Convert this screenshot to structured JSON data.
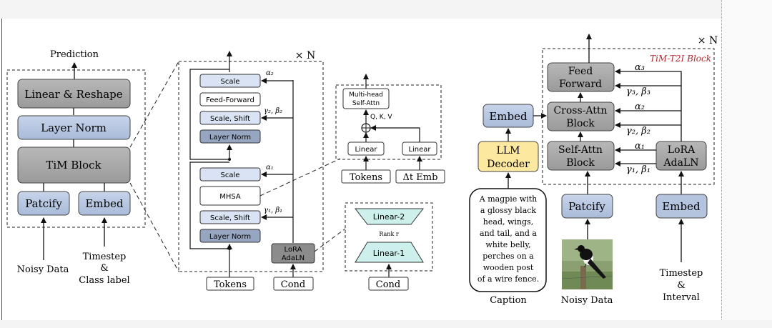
{
  "left_panel": {
    "prediction": "Prediction",
    "linear_reshape": "Linear & Reshape",
    "layer_norm": "Layer Norm",
    "tim_block": "TiM Block",
    "patcify": "Patcify",
    "embed": "Embed",
    "noisy_data": "Noisy Data",
    "timestep_lines": [
      "Timestep",
      "&",
      "Class label"
    ]
  },
  "middle_panel": {
    "times_n": "× N",
    "scale_top": "Scale",
    "feed_forward": "Feed-Forward",
    "scale_shift_top": "Scale, Shift",
    "layer_norm_top": "Layer Norm",
    "scale_bottom": "Scale",
    "mhsa": "MHSA",
    "scale_shift_bottom": "Scale, Shift",
    "layer_norm_bottom": "Layer Norm",
    "alpha2": "α₂",
    "gamma2_beta2": "γ₂, β₂",
    "alpha1": "α₁",
    "gamma1_beta1": "γ₁, β₁",
    "lora_lines": [
      "LoRA",
      "AdaLN"
    ],
    "tokens": "Tokens",
    "cond": "Cond"
  },
  "attn_detail": {
    "multihead_lines": [
      "Multi-head",
      "Self-Attn"
    ],
    "qkv": "Q, K, V",
    "linear_left": "Linear",
    "linear_right": "Linear",
    "tokens": "Tokens",
    "dt_emb": "Δt Emb"
  },
  "lora_detail": {
    "linear2": "Linear-2",
    "rank": "Rank r",
    "linear1": "Linear-1",
    "cond": "Cond"
  },
  "right_panel": {
    "times_n": "× N",
    "block_title": "TiM-T2I Block",
    "feed_forward_lines": [
      "Feed",
      "Forward"
    ],
    "cross_attn_lines": [
      "Cross-Attn",
      "Block"
    ],
    "self_attn_lines": [
      "Self-Attn",
      "Block"
    ],
    "lora_lines": [
      "LoRA",
      "AdaLN"
    ],
    "alpha3": "α₃",
    "gamma3_beta3": "γ₃, β₃",
    "alpha2": "α₂",
    "gamma2_beta2": "γ₂, β₂",
    "alpha1": "α₁",
    "gamma1_beta1": "γ₁, β₁",
    "embed": "Embed",
    "llm_lines": [
      "LLM",
      "Decoder"
    ],
    "patcify": "Patcify",
    "embed2": "Embed",
    "caption_lines": [
      "A magpie with",
      "a glossy black",
      "head, wings,",
      "and tail, and a",
      "white belly,",
      "perches on a",
      "wooden post",
      "of a wire fence."
    ],
    "caption_label": "Caption",
    "noisy_data": "Noisy Data",
    "timestep_lines": [
      "Timestep",
      "&",
      "Interval"
    ]
  },
  "colors": {
    "gray_box": "#a9a9a9",
    "blue_box": "#b4c4df",
    "light_blue_box": "#d9e3f3",
    "yellow_box": "#fde8a0",
    "cyan_box": "#cdf0ec",
    "dark_gray_box": "#8c8c8c",
    "red_title": "#b3262b"
  }
}
